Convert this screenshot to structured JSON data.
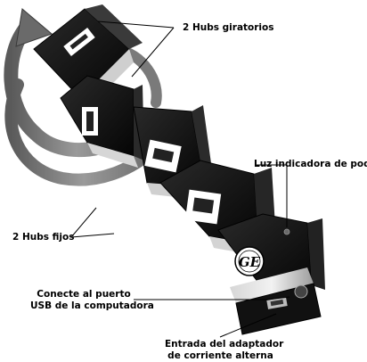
{
  "labels": {
    "rotating_hubs": "2 Hubs giratorios",
    "power_light": "Luz indicadora de poder",
    "fixed_hubs": "2 Hubs fijos",
    "usb_line1": "Conecte al puerto",
    "usb_line2": "USB de la computadora",
    "adapter_line1": "Entrada del adaptador",
    "adapter_line2": "de corriente alterna"
  },
  "logo": {
    "text": "GE",
    "name": "ge-logo"
  },
  "colors": {
    "body": "#0d0d0d",
    "port": "#ffffff",
    "arrow": "#6f6f6f",
    "line": "#000000"
  },
  "icons": {
    "rotate_arrows": "rotation-arrow-icon",
    "led": "power-led-icon"
  }
}
